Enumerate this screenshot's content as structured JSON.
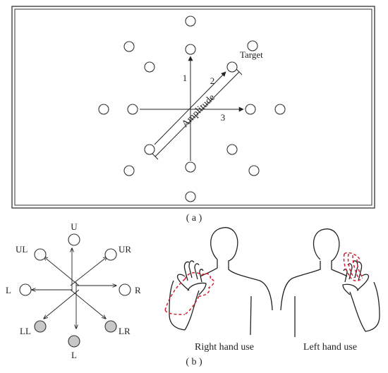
{
  "panel_a": {
    "caption": "( a )",
    "labels": {
      "target": "Target",
      "amplitude": "Amplitude",
      "direction_1": "1",
      "direction_2": "2",
      "direction_3": "3"
    }
  },
  "panel_b": {
    "caption": "( b )",
    "directions": [
      {
        "id": "U",
        "label": "U",
        "filled": false
      },
      {
        "id": "UR",
        "label": "UR",
        "filled": false
      },
      {
        "id": "R",
        "label": "R",
        "filled": false
      },
      {
        "id": "LR",
        "label": "LR",
        "filled": true
      },
      {
        "id": "D",
        "label": "L",
        "filled": true
      },
      {
        "id": "LL",
        "label": "LL",
        "filled": true
      },
      {
        "id": "L",
        "label": "L",
        "filled": false
      },
      {
        "id": "UL",
        "label": "UL",
        "filled": false
      }
    ],
    "right_hand_caption": "Right hand use",
    "left_hand_caption": "Left hand use"
  },
  "colors": {
    "line": "#222222",
    "filled_target": "#c8c8c8",
    "hand_overlay": "#cc2233"
  }
}
